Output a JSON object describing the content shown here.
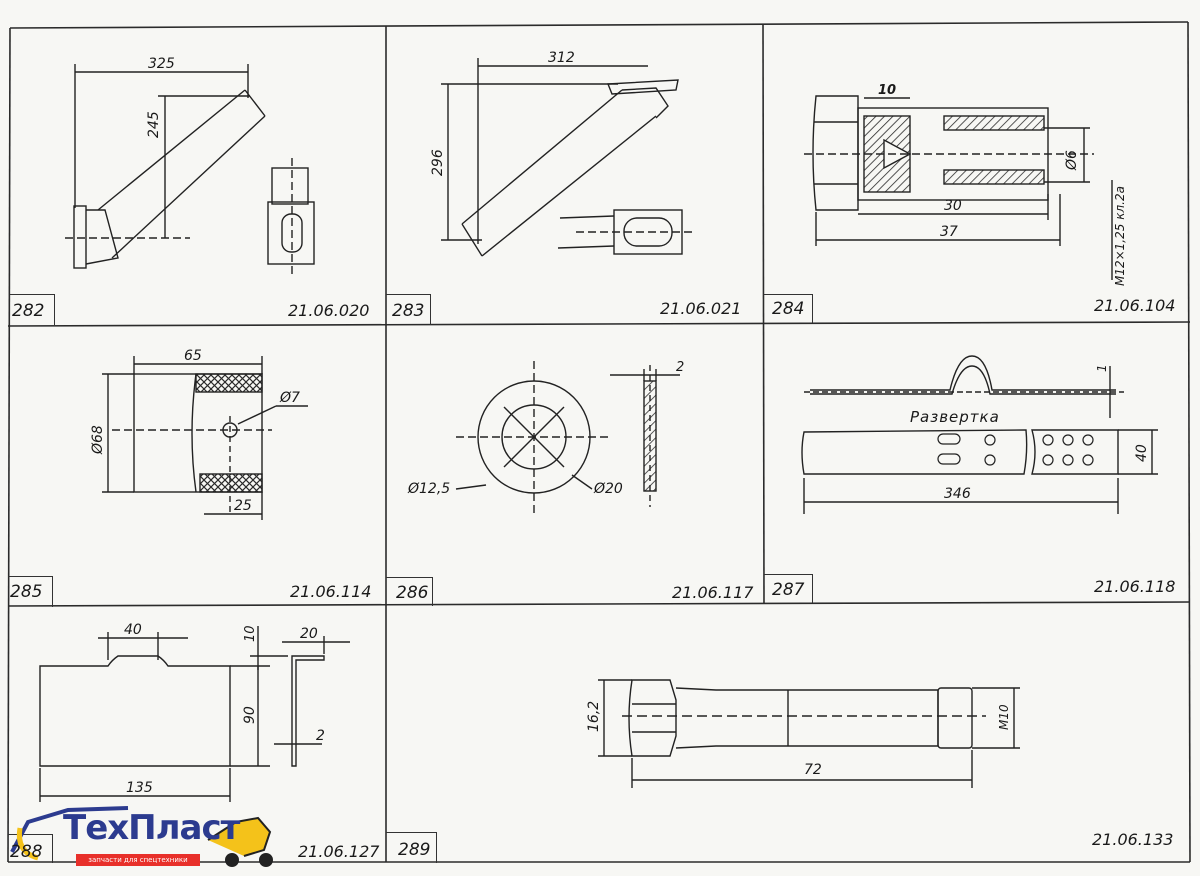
{
  "parts": [
    {
      "num": "282",
      "code": "21.06.020",
      "dims": [
        "325",
        "245"
      ]
    },
    {
      "num": "283",
      "code": "21.06.021",
      "dims": [
        "312",
        "296"
      ]
    },
    {
      "num": "284",
      "code": "21.06.104",
      "dims": [
        "10",
        "Ø6",
        "30",
        "37",
        "M12×1,25 кл.2а"
      ]
    },
    {
      "num": "285",
      "code": "21.06.114",
      "dims": [
        "65",
        "Ø68",
        "Ø7",
        "25"
      ]
    },
    {
      "num": "286",
      "code": "21.06.117",
      "dims": [
        "2",
        "Ø12,5",
        "Ø20"
      ]
    },
    {
      "num": "287",
      "code": "21.06.118",
      "dims": [
        "1",
        "Развертка",
        "40",
        "346"
      ]
    },
    {
      "num": "288",
      "code": "21.06.127",
      "dims": [
        "40",
        "10",
        "20",
        "90",
        "2",
        "135"
      ]
    },
    {
      "num": "289",
      "code": "21.06.133",
      "dims": [
        "16,2",
        "М10",
        "72"
      ]
    }
  ],
  "logo": {
    "title": "ТехПласт",
    "subtitle": "запчасти для спецтехники"
  },
  "colors": {
    "line": "#1f1f1f",
    "hatch": "#2a2a2a",
    "logo_blue": "#2c3b8f",
    "logo_red": "#e8302a",
    "logo_yellow": "#f4c21a"
  }
}
